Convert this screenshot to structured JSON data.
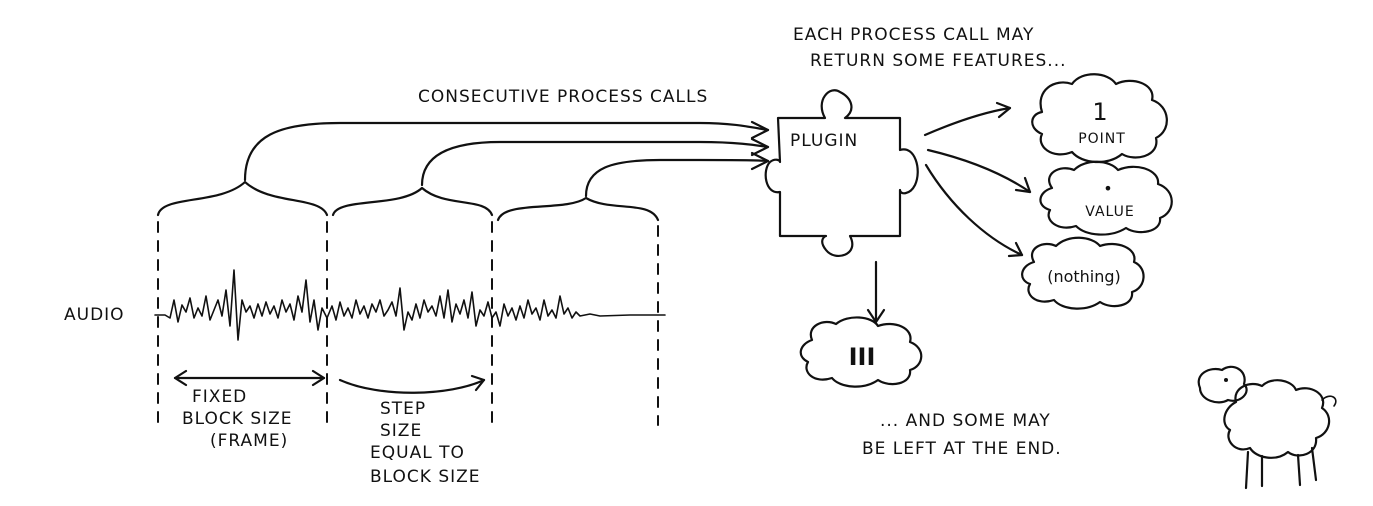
{
  "labels": {
    "top_note_line1": "EACH PROCESS CALL MAY",
    "top_note_line2": "RETURN SOME FEATURES...",
    "consecutive": "CONSECUTIVE PROCESS CALLS",
    "plugin": "PLUGIN",
    "audio": "AUDIO",
    "fixed_line1": "FIXED",
    "fixed_line2": "BLOCK SIZE",
    "fixed_line3": "(FRAME)",
    "step_line1": "STEP",
    "step_line2": "SIZE",
    "step_line3": "EQUAL TO",
    "step_line4": "BLOCK SIZE",
    "bottom_note_line1": "... AND SOME MAY",
    "bottom_note_line2": "BE LEFT AT THE END."
  },
  "clouds": {
    "point_value": "1",
    "point_label": "POINT",
    "value_mark": "•",
    "value_label": "VALUE",
    "nothing_label": "(nothing)",
    "end_label": "III"
  },
  "icons": [
    "puzzle-piece-plugin",
    "sheep-doodle"
  ],
  "colors": {
    "ink": "#111111",
    "background": "#ffffff"
  }
}
